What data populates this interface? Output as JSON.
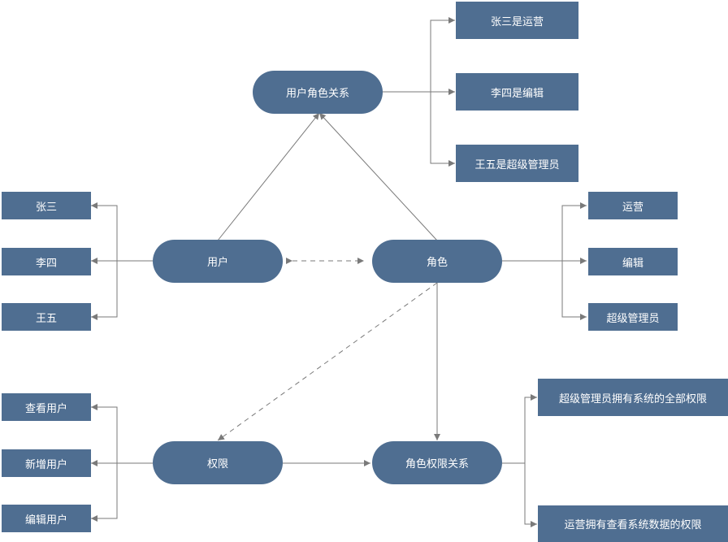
{
  "nodes": {
    "user_role_relation": "用户角色关系",
    "user": "用户",
    "role": "角色",
    "permission": "权限",
    "role_permission_relation": "角色权限关系",
    "zhangsan_ops": "张三是运营",
    "lisi_editor": "李四是编辑",
    "wangwu_admin": "王五是超级管理员",
    "zhangsan": "张三",
    "lisi": "李四",
    "wangwu": "王五",
    "ops": "运营",
    "editor": "编辑",
    "super_admin": "超级管理员",
    "view_user": "查看用户",
    "add_user": "新增用户",
    "edit_user": "编辑用户",
    "admin_all_perms": "超级管理员拥有系统的全部权限",
    "ops_view_perms": "运营拥有查看系统数据的权限"
  },
  "colors": {
    "node_fill": "#4f6e91",
    "node_text": "#ffffff",
    "connector": "#7a7a7a"
  }
}
